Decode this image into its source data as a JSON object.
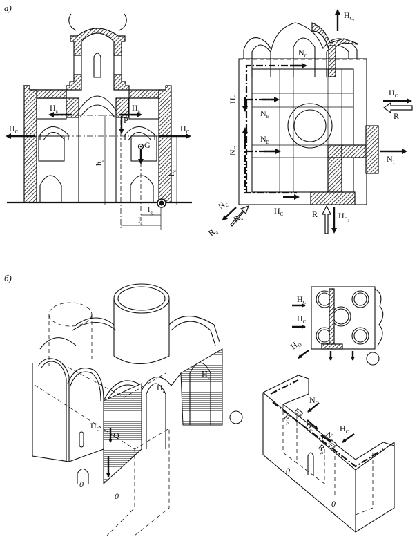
{
  "figure": {
    "panel_a": {
      "label": "а)",
      "section": {
        "labels": {
          "Ha_left": "H",
          "Ha_left_sub": "a",
          "Ha_right": "H",
          "Ha_right_sub": "a",
          "Hc_left": "H",
          "Hc_left_sub": "C",
          "Hc_right": "H",
          "Hc_right_sub": "C",
          "P": "P",
          "G": "G",
          "ha": "h",
          "ha_sub": "a",
          "hc": "h",
          "hc_sub": "c",
          "lg": "l",
          "lg_sub": "g",
          "la": "l",
          "la_sub": "a"
        }
      },
      "plan": {
        "labels": {
          "Hc1": "H",
          "Hc1_sub": "C₁",
          "Nc_top": "N",
          "Nc_top_sub": "C",
          "Hc_side": "H",
          "Hc_side_sub": "C",
          "Nb_upper": "N",
          "Nb_upper_sub": "B",
          "Nb_lower": "N",
          "Nb_lower_sub": "B",
          "Nc_side": "N",
          "Nc_side_sub": "C",
          "Hc_right": "H",
          "Hc_right_sub": "C",
          "R_right": "R",
          "N1": "N",
          "N1_sub": "1",
          "Hc_bottom": "H",
          "Hc_bottom_sub": "C",
          "R_bottom": "R",
          "Hc2": "H",
          "Hc2_sub": "C₂",
          "Nc_corner": "N",
          "Nc_corner_sub": "C",
          "Ra_1": "R",
          "Ra_1_sub": "a",
          "Ra_2": "R",
          "Ra_2_sub": "a"
        }
      }
    },
    "panel_b": {
      "label": "б)",
      "axonometric": {
        "labels": {
          "Ha": "H",
          "Ha_sub": "a",
          "Hc_right": "H",
          "Hc_right_sub": "C",
          "Hc_left": "H",
          "Hc_left_sub": "C",
          "Q": "Q",
          "zero_1": "0",
          "zero_2": "0"
        }
      },
      "mini_plan": {
        "labels": {
          "Hc_1": "H",
          "Hc_1_sub": "C",
          "Hc_2": "H",
          "Hc_2_sub": "C",
          "Hd": "H",
          "Hd_sub": "D"
        }
      },
      "wall_fragment": {
        "labels": {
          "Nc_1": "N",
          "Nc_1_sub": "C",
          "Hc_1": "H",
          "Hc_1_sub": "C",
          "Hc_2": "H",
          "Hc_2_sub": "C",
          "Nc_2": "N",
          "Nc_2_sub": "C",
          "Rp_1": "R",
          "Rp_1_sub": "р",
          "Rp_2": "R",
          "Rp_2_sub": "р",
          "zero_1": "0",
          "zero_2": "0"
        }
      }
    }
  }
}
